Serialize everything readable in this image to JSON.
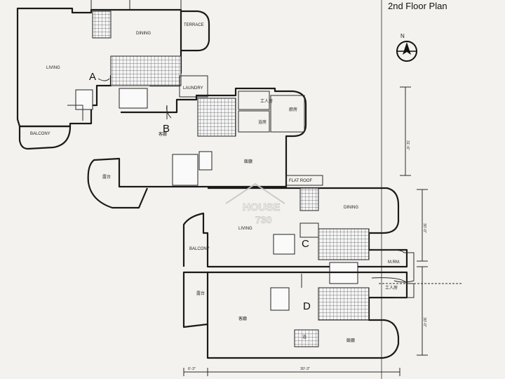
{
  "title": "2nd Floor Plan",
  "north_label": "N",
  "units": [
    "A",
    "B",
    "C",
    "D"
  ],
  "rooms": {
    "dining_a": "DINING",
    "terrace": "TERRACE",
    "living_a": "LIVING",
    "laundry": "LAUNDRY",
    "balcony_a": "BALCONY",
    "maid_b": "工人房",
    "bath_b": "浴房",
    "kitchen_b": "廚房",
    "living_b": "客廳",
    "dining_b": "飯廳",
    "balcony_b": "露台",
    "flat_roof": "FLAT ROOF",
    "dining_c": "DINING",
    "living_c": "LIVING",
    "balcony_c": "BALCONY",
    "maid_c": "M.RM.",
    "maid_d": "工人房",
    "balcony_d": "露台",
    "living_d": "客廳",
    "dining_d": "飯廳",
    "wc_d": "浴"
  },
  "dimensions": {
    "right_upper": "31'-6\"",
    "right_mid": "30'-0\"",
    "right_lower": "30'-0\"",
    "bottom_left": "6'-3\"",
    "bottom_mid": "30'-3\""
  },
  "watermark": {
    "line1": "HOUSE",
    "line2": "730"
  }
}
